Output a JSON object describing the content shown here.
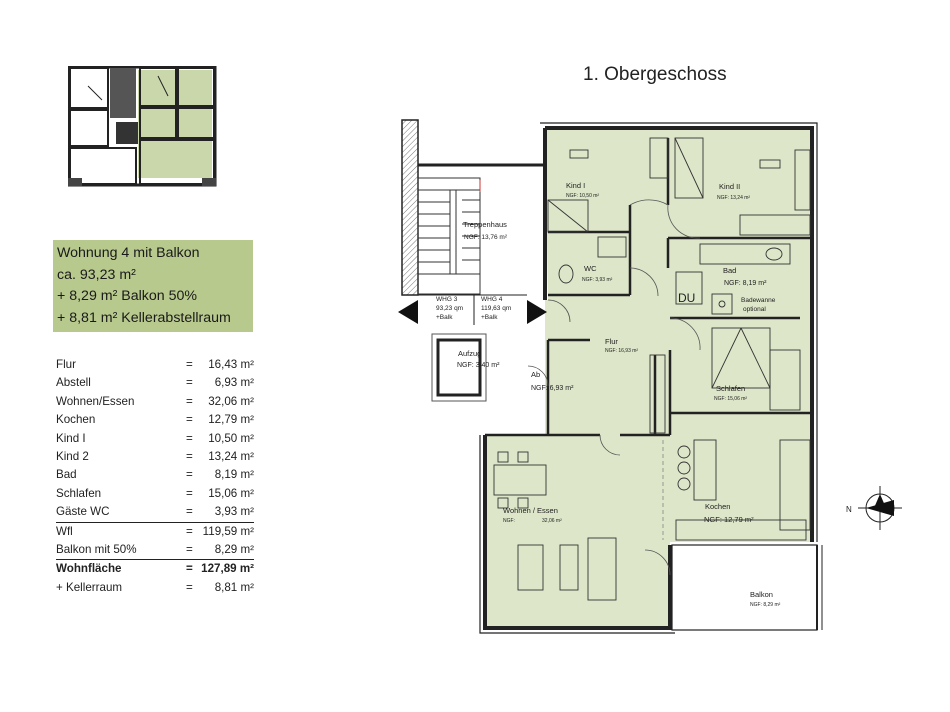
{
  "floor_title": "1. Obergeschoss",
  "info_box": {
    "lines": [
      "Wohnung 4 mit Balkon",
      "ca. 93,23 m²",
      "+ 8,29 m² Balkon 50%",
      "+ 8,81 m² Kellerabstellraum"
    ],
    "color": "#b8c98e"
  },
  "area_table": [
    {
      "label": "Flur",
      "eq": "=",
      "value": "16,43 m²"
    },
    {
      "label": "Abstell",
      "eq": "=",
      "value": "6,93 m²"
    },
    {
      "label": "Wohnen/Essen",
      "eq": "=",
      "value": "32,06 m²"
    },
    {
      "label": "Kochen",
      "eq": "=",
      "value": "12,79 m²"
    },
    {
      "label": "Kind I",
      "eq": "=",
      "value": "10,50 m²"
    },
    {
      "label": "Kind 2",
      "eq": "=",
      "value": "13,24 m²"
    },
    {
      "label": "Bad",
      "eq": "=",
      "value": "8,19 m²"
    },
    {
      "label": "Schlafen",
      "eq": "=",
      "value": "15,06 m²"
    },
    {
      "label": "Gäste WC",
      "eq": "=",
      "value": "3,93 m²"
    },
    {
      "label": "Wfl",
      "eq": "=",
      "value": "119,59 m²"
    },
    {
      "label": "Balkon mit 50%",
      "eq": "=",
      "value": "8,29 m²"
    },
    {
      "label": "Wohnfläche",
      "eq": "=",
      "value": "127,89 m²"
    },
    {
      "label": "+ Kellerraum",
      "eq": "=",
      "value": "8,81 m²"
    }
  ],
  "rooms": {
    "kind1": {
      "name": "Kind I",
      "area": "NGF: 10,50 m²"
    },
    "kind2": {
      "name": "Kind II",
      "area": "NGF: 13,24 m²"
    },
    "treppenhaus": {
      "name": "Treppenhaus",
      "area": "NGF: 13,76 m²"
    },
    "wc": {
      "name": "WC",
      "area": "NGF: 3,93 m²"
    },
    "bad": {
      "name": "Bad",
      "area": "NGF: 8,19 m²"
    },
    "du": {
      "name": "DU"
    },
    "badewanne": {
      "line1": "Badewanne",
      "line2": "optional"
    },
    "flur": {
      "name": "Flur",
      "area": "NGF: 16,93 m²"
    },
    "aufzug": {
      "name": "Aufzug",
      "area": "NGF: 3,40 m²"
    },
    "ab": {
      "name": "Ab",
      "area": "NGF: 6,93 m²"
    },
    "schlafen": {
      "name": "Schlafen",
      "area": "NGF: 15,06 m²"
    },
    "wohnen": {
      "name": "Wohnen / Essen",
      "area_label": "NGF:",
      "area_value": "32,06 m²"
    },
    "kochen": {
      "name": "Kochen",
      "area": "NGF: 12,79 m²"
    },
    "balkon": {
      "name": "Balkon",
      "area": "NGF: 8,29 m²"
    }
  },
  "stair_labels": {
    "whg3": [
      "WHG 3",
      "93,23 qm",
      "+Balk"
    ],
    "whg4": [
      "WHG 4",
      "119,63 qm",
      "+Balk"
    ]
  },
  "north_label": "N",
  "room_fill": "#dde6c8"
}
